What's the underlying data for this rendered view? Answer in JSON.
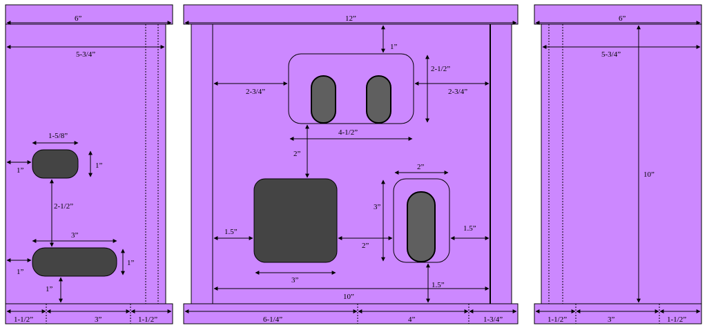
{
  "colors": {
    "panel": "#cc88ff",
    "hole": "#444444",
    "hole_inner": "#5f5f5f"
  },
  "left_panel": {
    "top_width": "6”",
    "inner_width": "5-3/4”",
    "small_hole_width": "1-5/8”",
    "small_hole_height": "1”",
    "small_hole_left": "1”",
    "gap_between_holes": "2-1/2”",
    "long_hole_width": "3”",
    "long_hole_height": "1”",
    "long_hole_left": "1”",
    "long_hole_bottom": "1”",
    "bottom_segments": [
      "1-1/2”",
      "3”",
      "1-1/2”"
    ]
  },
  "center_panel": {
    "top_width": "12”",
    "top_clearance": "1”",
    "vent_height": "2-1/2”",
    "vent_left": "2-3/4”",
    "vent_right": "2-3/4”",
    "vent_width": "4-1/2”",
    "square_top": "2”",
    "square_left": "1.5”",
    "square_width": "3”",
    "square_to_oval": "2”",
    "oval_frame_width": "2”",
    "oval_height": "3”",
    "oval_right": "1.5”",
    "oval_bottom": "1.5”",
    "inner_width": "10”",
    "bottom_segments": [
      "6-1/4”",
      "4”",
      "1-3/4”"
    ]
  },
  "right_panel": {
    "top_width": "6”",
    "inner_width": "5-3/4”",
    "height": "10”",
    "bottom_segments": [
      "1-1/2”",
      "3”",
      "1-1/2”"
    ]
  }
}
